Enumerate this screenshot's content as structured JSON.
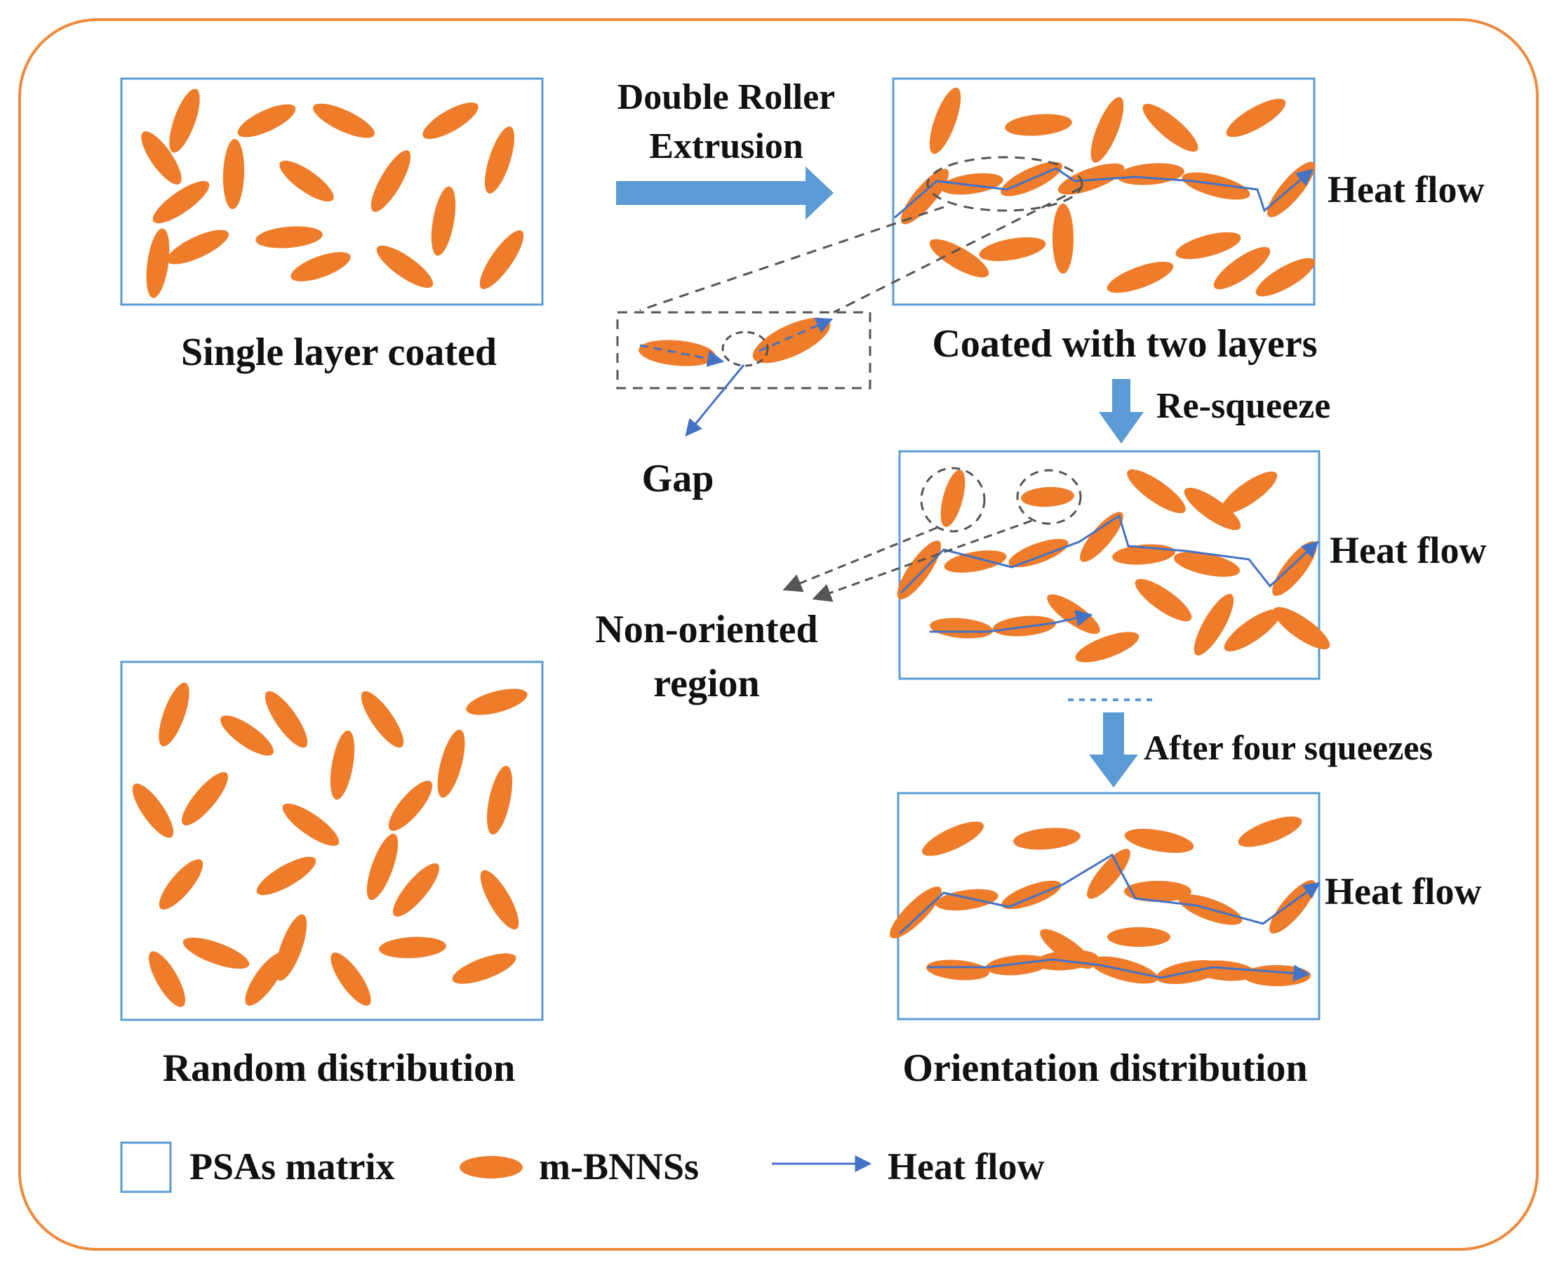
{
  "colors": {
    "frame": "#ee8a3c",
    "flake": "#ee7c2a",
    "box": "#5b9bd5",
    "arrow": "#5b9bd5",
    "heat_path": "#4472c4",
    "dash": "#555555",
    "text": "#111111"
  },
  "labels": {
    "single_layer": "Single layer coated",
    "process_line1": "Double Roller",
    "process_line2": "Extrusion",
    "two_layers": "Coated with two layers",
    "re_squeeze": "Re-squeeze",
    "gap": "Gap",
    "non_oriented_line1": "Non-oriented",
    "non_oriented_line2": "region",
    "after_four": "After four squeezes",
    "random": "Random distribution",
    "orientation": "Orientation distribution",
    "heat_flow": "Heat flow"
  },
  "legend": {
    "matrix": "PSAs matrix",
    "filler": "m-BNNSs",
    "heat": "Heat flow"
  }
}
